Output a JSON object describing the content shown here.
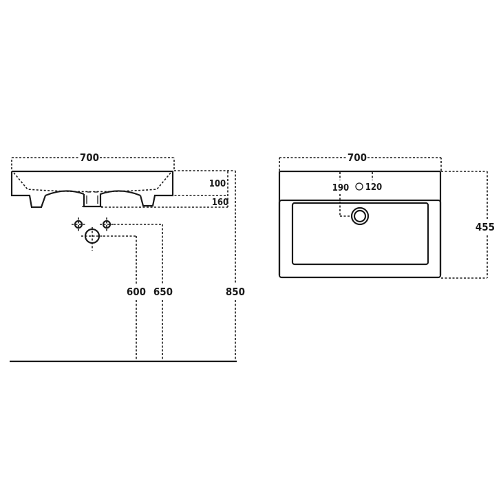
{
  "side_view": {
    "width_label": "700",
    "depth_label_100": "100",
    "depth_label_160": "160",
    "height_600": "600",
    "height_650": "650",
    "height_850": "850"
  },
  "top_view": {
    "width_label": "700",
    "offset_label": "190",
    "tap_hole_label": "120",
    "depth_label": "455"
  }
}
